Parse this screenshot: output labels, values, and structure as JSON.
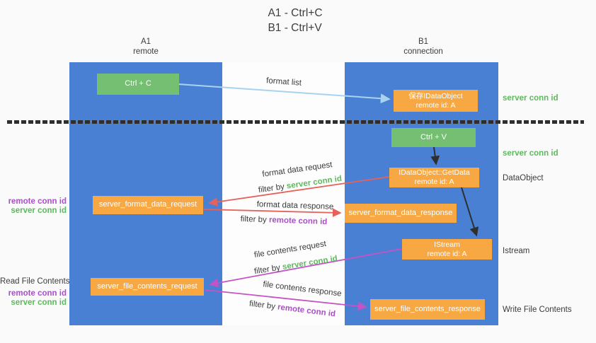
{
  "title": {
    "line1": "A1 - Ctrl+C",
    "line2": "B1 - Ctrl+V"
  },
  "columns": {
    "a": {
      "id": "A1",
      "subtitle": "remote"
    },
    "b": {
      "id": "B1",
      "subtitle": "connection"
    }
  },
  "boxes": {
    "ctrl_c": "Ctrl + C",
    "ctrl_v": "Ctrl + V",
    "save_idataobject": {
      "line1": "保存IDataObject",
      "line2": "remote id: A"
    },
    "getdata": {
      "line1": "IDataObject::GetData",
      "line2": "remote id: A"
    },
    "istream": {
      "line1": "IStream",
      "line2": "remote id: A"
    },
    "server_format_data_request": "server_format_data_request",
    "server_format_data_response": "server_format_data_response",
    "server_file_contents_request": "server_file_contents_request",
    "server_file_contents_response": "server_file_contents_response"
  },
  "arrow_labels": {
    "format_list": "format list",
    "format_data_request": "format data request",
    "format_data_response": "format data response",
    "file_contents_request": "file contents request",
    "file_contents_response": "file contents response",
    "filter_by": "filter by ",
    "server_conn_id": "server conn id",
    "remote_conn_id": "remote conn id"
  },
  "side_labels": {
    "server_conn_id_1": "server conn id",
    "server_conn_id_2": "server conn id",
    "dataobject": "DataObject",
    "istream": "Istream",
    "write_file_contents": "Write File Contents",
    "read_file_contents": "Read File Contents",
    "remote_conn_id_a": "remote conn id",
    "server_conn_id_a": "server conn id",
    "remote_conn_id_b": "remote conn id",
    "server_conn_id_b": "server conn id"
  },
  "colors": {
    "column_blue": "#4a80d4",
    "box_green": "#74bf72",
    "box_orange": "#f7a843",
    "arrow_light_blue": "#a9d2f0",
    "arrow_red": "#e8605a",
    "arrow_magenta": "#c553c5",
    "arrow_black": "#2e2e2e",
    "text_green": "#5db95d",
    "text_purple": "#aa4fc8"
  }
}
